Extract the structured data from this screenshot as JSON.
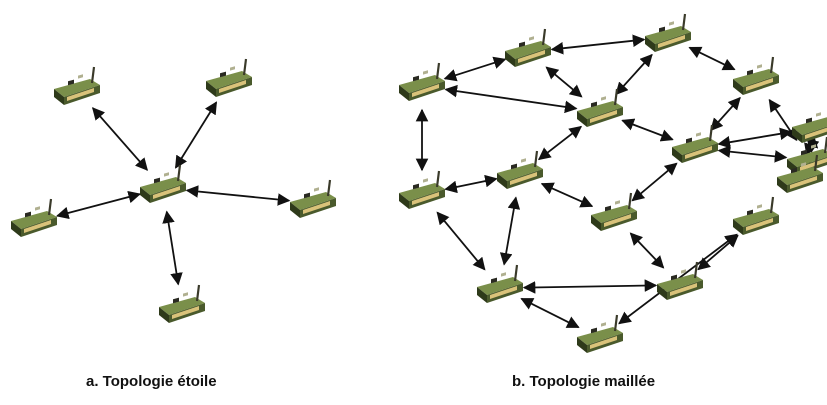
{
  "captions": {
    "star": "a. Topologie étoile",
    "mesh": "b. Topologie maillée"
  },
  "colors": {
    "board": "#4a5a2c",
    "board_dark": "#2e3a1a",
    "board_light": "#7a8f4a",
    "connector": "#d9c27a",
    "antenna": "#3a3a2a",
    "arrow": "#111111"
  },
  "icon": "sensor-node-board-icon",
  "star_topology": {
    "nodes": [
      "center",
      "top-left",
      "top-right",
      "left",
      "right",
      "bottom"
    ],
    "links": [
      [
        "center",
        "top-left"
      ],
      [
        "center",
        "top-right"
      ],
      [
        "center",
        "left"
      ],
      [
        "center",
        "right"
      ],
      [
        "center",
        "bottom"
      ]
    ]
  },
  "mesh_topology": {
    "nodes": [
      "n1",
      "n2",
      "n3",
      "n4",
      "n5",
      "n6",
      "n7",
      "n8",
      "n9",
      "n10",
      "n11",
      "n12",
      "n13",
      "n14",
      "n15",
      "n16"
    ],
    "links": [
      [
        "n1",
        "n2"
      ],
      [
        "n2",
        "n3"
      ],
      [
        "n3",
        "n4"
      ],
      [
        "n1",
        "n5"
      ],
      [
        "n2",
        "n5"
      ],
      [
        "n3",
        "n5"
      ],
      [
        "n4",
        "n6"
      ],
      [
        "n5",
        "n6"
      ],
      [
        "n4",
        "n7"
      ],
      [
        "n6",
        "n7"
      ],
      [
        "n1",
        "n8"
      ],
      [
        "n8",
        "n9"
      ],
      [
        "n5",
        "n9"
      ],
      [
        "n8",
        "n11"
      ],
      [
        "n9",
        "n11"
      ],
      [
        "n9",
        "n10"
      ],
      [
        "n6",
        "n10"
      ],
      [
        "n10",
        "n13"
      ],
      [
        "n11",
        "n12"
      ],
      [
        "n13",
        "n14"
      ],
      [
        "n12",
        "n14"
      ],
      [
        "n6",
        "n15"
      ],
      [
        "n7",
        "n15"
      ],
      [
        "n15",
        "n16"
      ],
      [
        "n11",
        "n13"
      ]
    ]
  }
}
